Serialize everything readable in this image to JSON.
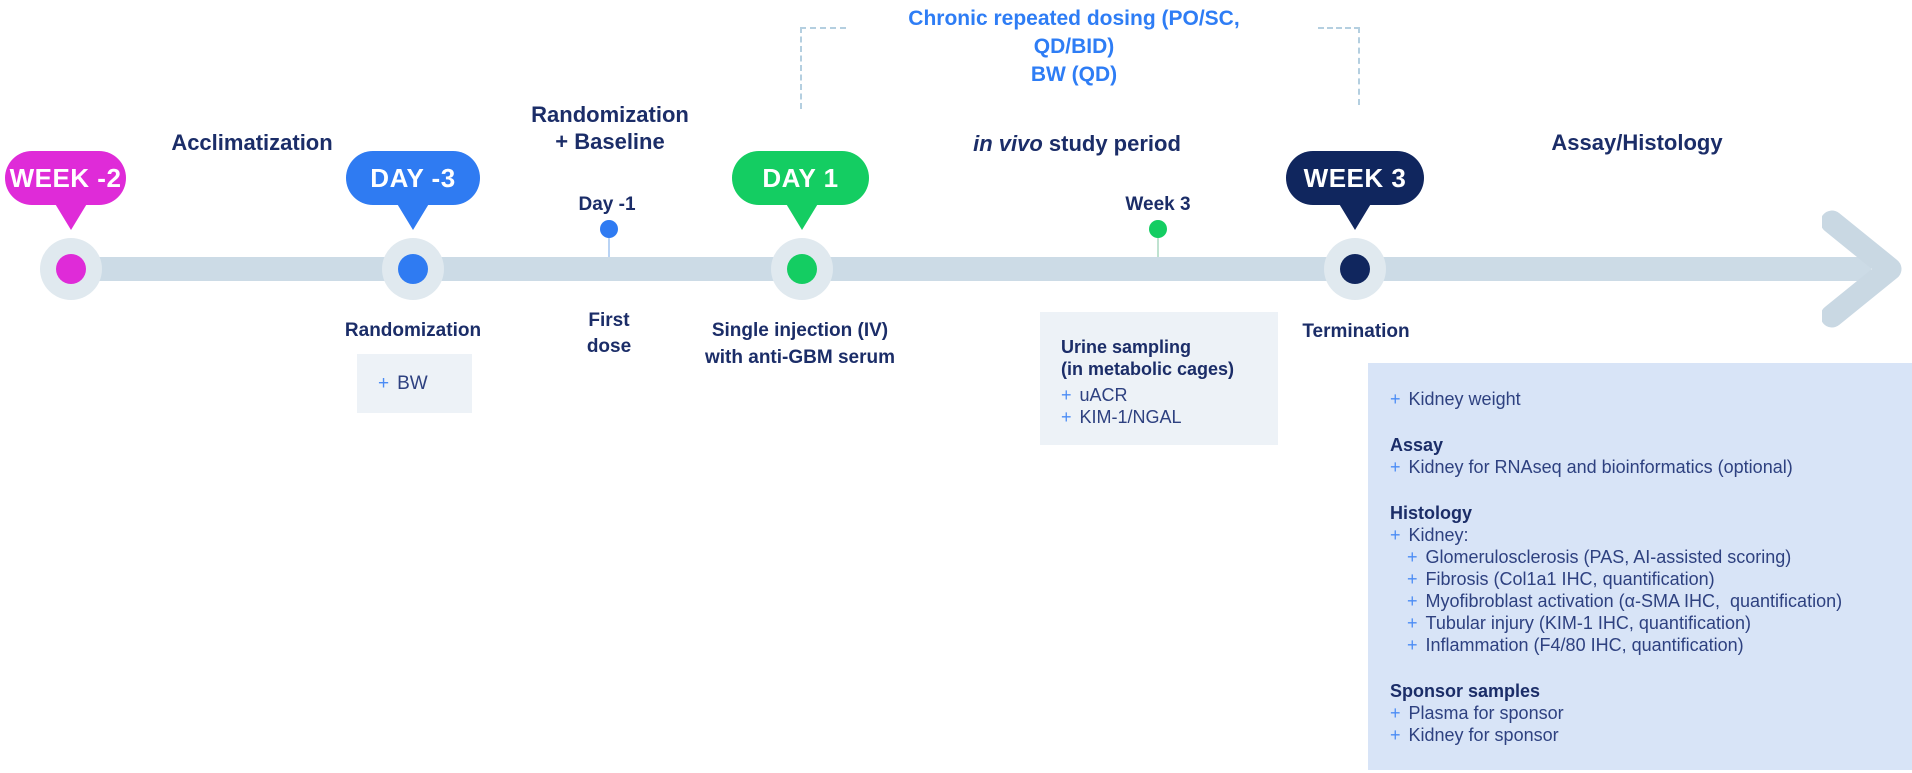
{
  "sym": {
    "plus": "+"
  },
  "header": {
    "dosing_line1": "Chronic repeated dosing (PO/SC, QD/BID)",
    "dosing_line2": "BW (QD)",
    "accent_color": "#2e7df5"
  },
  "phases": {
    "acclimatization": "Acclimatization",
    "randomization_baseline_line1": "Randomization",
    "randomization_baseline_line2": "+ Baseline",
    "invivo_italic": "in vivo",
    "invivo_rest": " study period",
    "assay_histology": "Assay/Histology"
  },
  "milestones": {
    "week_minus2": {
      "badge": "WEEK -2",
      "color": "#df2bd8"
    },
    "day_minus3": {
      "badge": "DAY -3",
      "color": "#2f7bf2",
      "below": "Randomization",
      "note": "BW"
    },
    "day1": {
      "badge": "DAY 1",
      "color": "#14cd62",
      "below_line1": "Single injection (IV)",
      "below_line2": "with anti-GBM serum"
    },
    "week3": {
      "badge": "WEEK 3",
      "color": "#10265e",
      "below": "Termination"
    }
  },
  "markers": {
    "day_minus1": {
      "label": "Day -1",
      "note_line1": "First",
      "note_line2": "dose",
      "color": "#2f7bf2"
    },
    "week3": {
      "label": "Week 3",
      "color": "#14cd62"
    }
  },
  "urine_box": {
    "title_line1": "Urine sampling",
    "title_line2": "(in metabolic cages)",
    "items": [
      "uACR",
      "KIM-1/NGAL"
    ]
  },
  "assay_box": {
    "item_kidney_weight": "Kidney weight",
    "assay_header": "Assay",
    "assay_item": "Kidney for RNAseq and bioinformatics (optional)",
    "histology_header": "Histology",
    "histology_item": "Kidney:",
    "histology_subitems": [
      "Glomerulosclerosis (PAS, AI-assisted scoring)",
      "Fibrosis (Col1a1 IHC, quantification)",
      "Myofibroblast activation (α-SMA IHC,  quantification)",
      "Tubular injury (KIM-1 IHC, quantification)",
      "Inflammation (F4/80 IHC, quantification)"
    ],
    "sponsor_header": "Sponsor samples",
    "sponsor_items": [
      "Plasma for sponsor",
      "Kidney for sponsor"
    ]
  },
  "colors": {
    "timeline_bar": "#ccdbe6",
    "node_ring": "#e0e9ef",
    "dashed_bracket": "#b4cfe0",
    "note_box_bg": "#edf2f7",
    "assay_box_bg": "#d8e4f7",
    "navy_text": "#1b2d68",
    "body_text": "#2e4180",
    "plus_accent": "#4b8cf5"
  }
}
